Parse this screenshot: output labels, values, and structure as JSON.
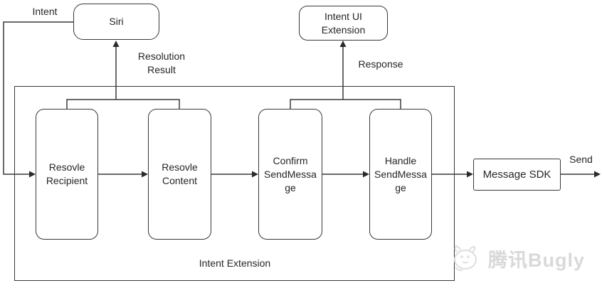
{
  "diagram": {
    "nodes": {
      "siri": {
        "label": "Siri"
      },
      "intent_ui_extension": {
        "label": "Intent UI\nExtension"
      },
      "resolve_recipient": {
        "label": "Resovle\nRecipient"
      },
      "resolve_content": {
        "label": "Resovle\nContent"
      },
      "confirm_sendmessage": {
        "label": "Confirm\nSendMessa\nge"
      },
      "handle_sendmessage": {
        "label": "Handle\nSendMessa\nge"
      },
      "message_sdk": {
        "label": "Message SDK"
      },
      "intent_extension_group": {
        "label": "Intent Extension"
      }
    },
    "edge_labels": {
      "intent": "Intent",
      "resolution_result": "Resolution\nResult",
      "response": "Response",
      "send": "Send"
    },
    "colors": {
      "line": "#383838",
      "background": "#ffffff",
      "watermark": "#d9d9d9"
    }
  },
  "watermark": {
    "text": "腾讯Bugly"
  }
}
